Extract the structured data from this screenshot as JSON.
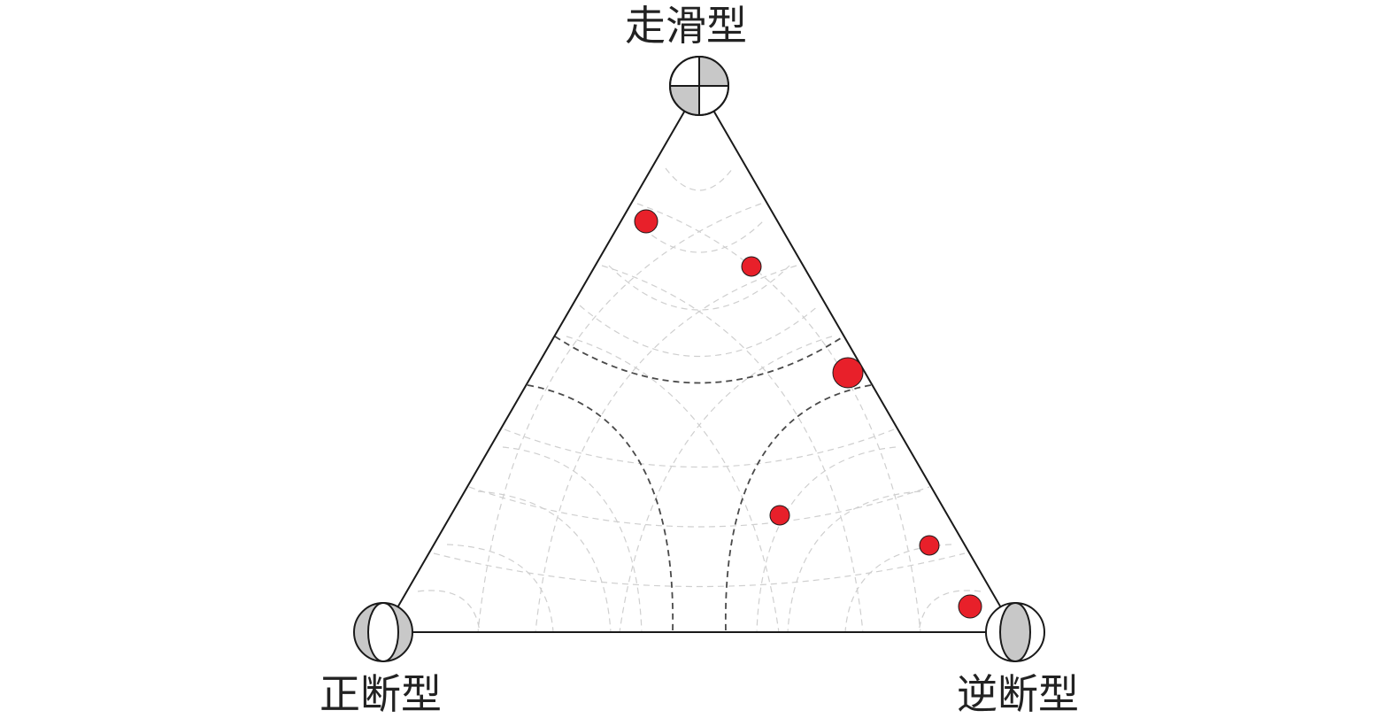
{
  "diagram": {
    "vertices": {
      "top": {
        "label": "走滑型",
        "icon": "strike-slip-beachball-icon"
      },
      "left": {
        "label": "正断型",
        "icon": "normal-fault-beachball-icon"
      },
      "right": {
        "label": "逆断型",
        "icon": "reverse-fault-beachball-icon"
      }
    },
    "colors": {
      "event": "#e8202a",
      "beachball_shade": "#c8c8c8",
      "edge": "#1a1a1a",
      "guide_light": "#cfcfcf",
      "guide_dark": "#4a4a4a"
    },
    "events": [
      {
        "size": "medium"
      },
      {
        "size": "small"
      },
      {
        "size": "large"
      },
      {
        "size": "small"
      },
      {
        "size": "small"
      },
      {
        "size": "medium"
      }
    ]
  }
}
